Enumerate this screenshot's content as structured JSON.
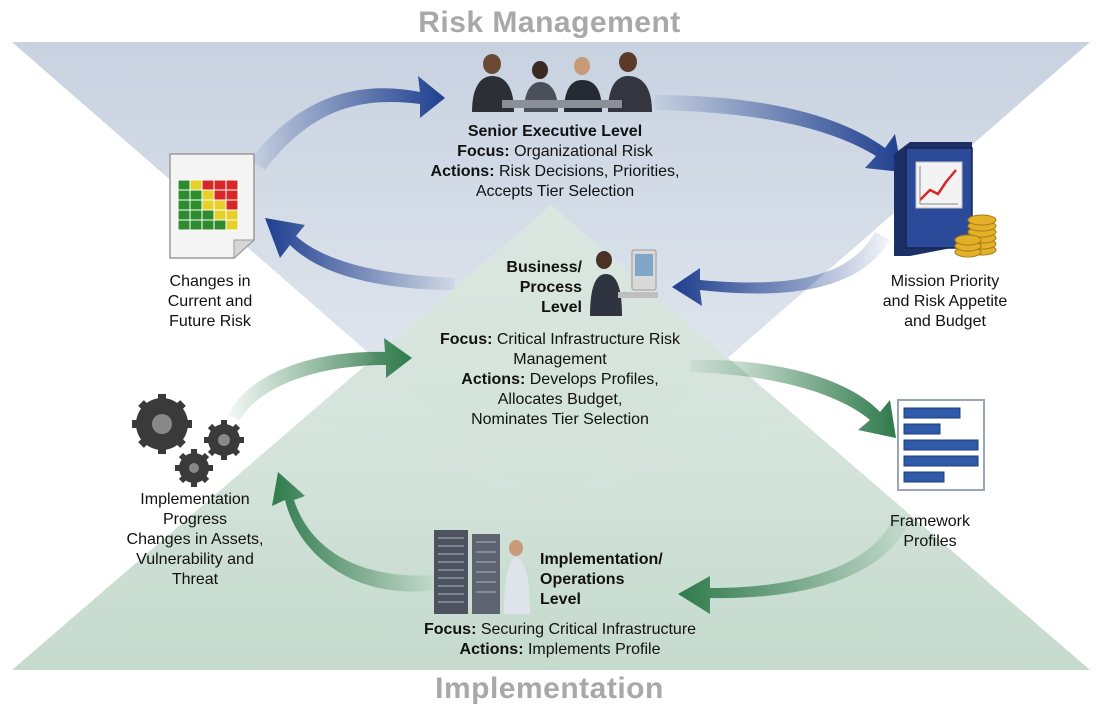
{
  "top_title": "Risk Management",
  "bottom_title": "Implementation",
  "senior": {
    "heading": "Senior Executive Level",
    "focus_label": "Focus:",
    "focus_text": "Organizational Risk",
    "actions_label": "Actions:",
    "actions_line1": "Risk Decisions, Priorities,",
    "actions_line2": "Accepts Tier Selection"
  },
  "business": {
    "heading_line1": "Business/",
    "heading_line2": "Process",
    "heading_line3": "Level",
    "focus_label": "Focus:",
    "focus_line1": "Critical Infrastructure Risk",
    "focus_line2": "Management",
    "actions_label": "Actions:",
    "actions_line1": "Develops Profiles,",
    "actions_line2": "Allocates Budget,",
    "actions_line3": "Nominates Tier Selection"
  },
  "implementation": {
    "heading_line1": "Implementation/",
    "heading_line2": "Operations",
    "heading_line3": "Level",
    "focus_label": "Focus:",
    "focus_text": "Securing Critical Infrastructure",
    "actions_label": "Actions:",
    "actions_text": "Implements Profile"
  },
  "labels": {
    "changes": [
      "Changes in",
      "Current and",
      "Future Risk"
    ],
    "mission": [
      "Mission Priority",
      "and Risk Appetite",
      "and Budget"
    ],
    "progress": [
      "Implementation",
      "Progress",
      "Changes in Assets,",
      "Vulnerability and",
      "Threat"
    ],
    "framework": [
      "Framework",
      "Profiles"
    ]
  },
  "colors": {
    "top_region": "#cdd6e3",
    "bottom_region": "#c9dcd2",
    "blue_arrow": "#1f3f8f",
    "green_arrow": "#2f7a4b",
    "title_gray": "#a8a8a8"
  }
}
